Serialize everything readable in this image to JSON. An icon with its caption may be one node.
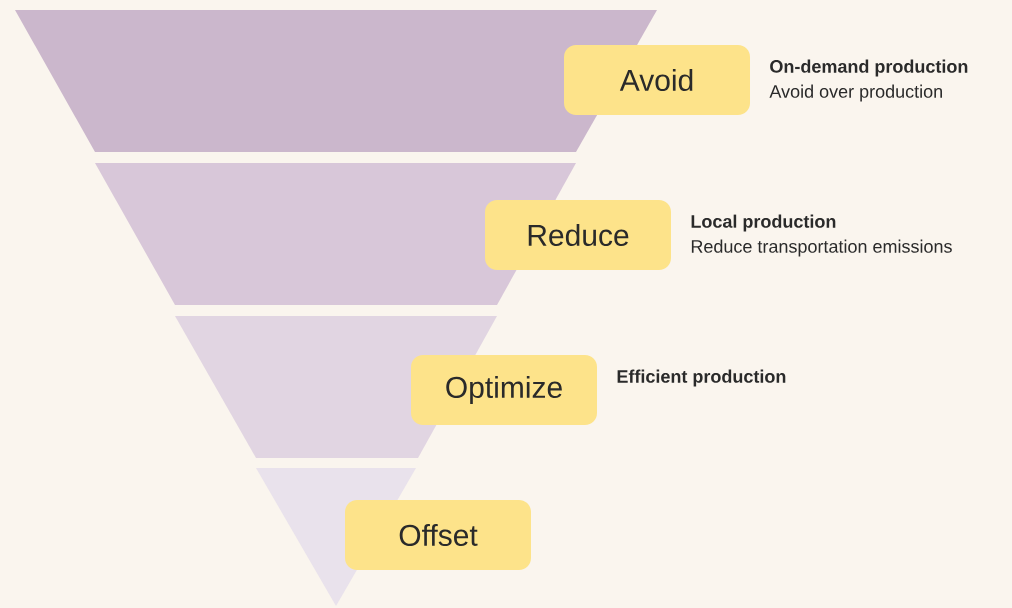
{
  "diagram": {
    "nodes": [
      {
        "text": [
          "Avoid"
        ],
        "beside": [
          "On-demand production",
          "Avoid over production"
        ]
      },
      {
        "text": [
          "Reduce"
        ],
        "beside": [
          "Local production",
          "Reduce transportation emissions"
        ]
      },
      {
        "text": [
          "Optimize"
        ],
        "beside": [
          "Efficient production"
        ]
      },
      {
        "text": [
          "Offset"
        ]
      },
      {
        "text": [],
        "shape": "band"
      },
      {
        "text": [],
        "shape": "band"
      },
      {
        "text": [],
        "shape": "band"
      },
      {
        "text": [],
        "shape": "triangle"
      }
    ]
  }
}
